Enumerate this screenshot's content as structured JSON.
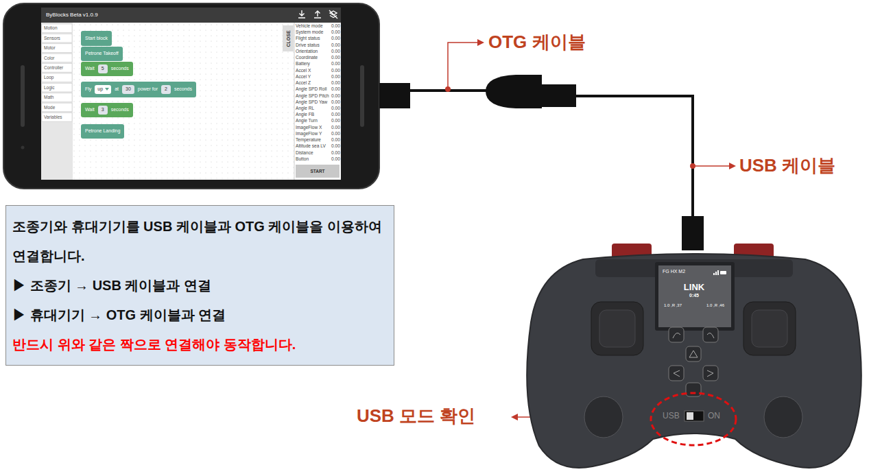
{
  "diagram": {
    "nodes": [
      {
        "text": [
          "Start block"
        ]
      },
      {
        "text": [
          "Petrone Takeoff"
        ]
      },
      {
        "text": [
          "Wait",
          "5",
          "seconds"
        ]
      },
      {
        "text": [
          "Fly",
          "up",
          "at",
          "30",
          "power for",
          "2",
          "seconds"
        ]
      },
      {
        "text": [
          "Wait",
          "3",
          "seconds"
        ]
      },
      {
        "text": [
          "Petrone Landing"
        ]
      },
      {
        "text": [
          "CLOSE"
        ]
      },
      {
        "text": [
          "START"
        ]
      },
      {
        "text": [
          "조종기와 휴대기기를 USB 케이블과 OTG 케이블을 이용하여 연결합니다.",
          "▶ 조종기 → USB 케이블과 연결",
          "▶ 휴대기기 → OTG 케이블과 연결",
          "반드시 위와 같은 짝으로 연결해야 동작합니다."
        ]
      }
    ],
    "labels": [
      "ByBlocks Beta v1.0.9",
      "Motion",
      "Sensors",
      "Motor",
      "Color",
      "Controller",
      "Loop",
      "Logic",
      "Math",
      "Mode",
      "Variables",
      "Vehicle mode",
      "0.00",
      "System mode",
      "0.00",
      "Flight status",
      "0.00",
      "Drive status",
      "0.00",
      "Orientation",
      "0.00",
      "Coordinate",
      "0.00",
      "Battery",
      "0.00",
      "Accel X",
      "0.00",
      "Accel Y",
      "0.00",
      "Accel Z",
      "0.00",
      "Angle SPD Roll",
      "0.00",
      "Angle SPD Pitch",
      "0.00",
      "Angle SPD Yaw",
      "0.00",
      "Angle RL",
      "0.00",
      "Angle FB",
      "0.00",
      "Angle Turn",
      "0.00",
      "ImageFlow X",
      "0.00",
      "ImageFlow Y",
      "0.00",
      "Temperature",
      "0.00",
      "Altitude sea LV",
      "0.00",
      "Distance",
      "0.00",
      "Button",
      "0.00",
      "OTG 케이블",
      "USB 케이블",
      "USB 모드 확인",
      "FG HX M2",
      "LINK",
      "0:45",
      "1.0 ,R ,37",
      "1.0 ,R ,46",
      "USB",
      "ON"
    ]
  }
}
